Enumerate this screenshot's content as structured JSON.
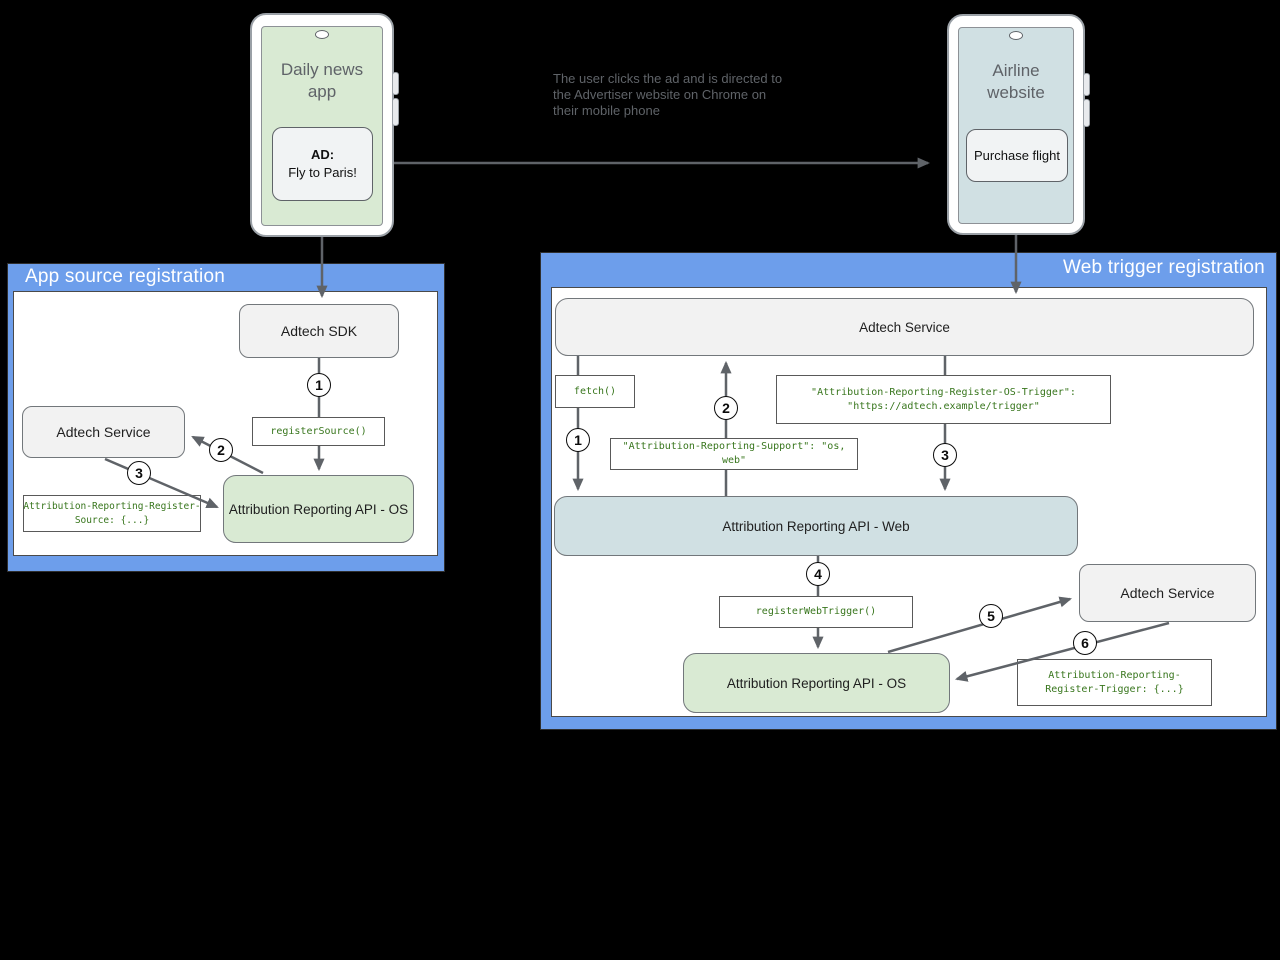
{
  "flow_note": "The user clicks the ad and is directed to the Advertiser website on Chrome on their mobile phone",
  "phones": {
    "news": {
      "title": "Daily news app",
      "ad_heading": "AD:",
      "ad_text": "Fly to Paris!"
    },
    "airline": {
      "title": "Airline website",
      "button_label": "Purchase flight"
    }
  },
  "app_source_panel": {
    "title": "App source registration",
    "adtech_sdk": "Adtech SDK",
    "adtech_service": "Adtech Service",
    "register_source": "registerSource()",
    "api_os": "Attribution Reporting API - OS",
    "code_line1": "Attribution-Reporting-Register-",
    "code_line2": "Source: {...}",
    "steps": [
      "1",
      "2",
      "3"
    ]
  },
  "web_trigger_panel": {
    "title": "Web trigger registration",
    "adtech_service_top": "Adtech Service",
    "fetch_call": "fetch()",
    "os_trigger_code_line1": "\"Attribution-Reporting-Register-OS-Trigger\":",
    "os_trigger_code_line2": "\"https://adtech.example/trigger\"",
    "support_code": "\"Attribution-Reporting-Support\": \"os, web\"",
    "api_web": "Attribution Reporting API - Web",
    "register_web_trigger": "registerWebTrigger()",
    "api_os": "Attribution Reporting API - OS",
    "adtech_service_right": "Adtech Service",
    "trigger_code_line1": "Attribution-Reporting-",
    "trigger_code_line2": "Register-Trigger: {...}",
    "steps": [
      "1",
      "2",
      "3",
      "4",
      "5",
      "6"
    ]
  },
  "colors": {
    "panel_blue": "#6d9eeb",
    "box_gray": "#f2f2f2",
    "box_green": "#d9ead3",
    "box_blue": "#d0e0e3",
    "code_green": "#38761d",
    "arrow_gray": "#5f6368"
  }
}
